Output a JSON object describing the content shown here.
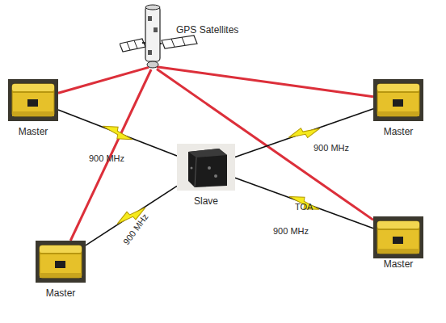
{
  "diagram": {
    "nodes": [
      {
        "text": [
          "GPS Satellites"
        ]
      },
      {
        "text": [
          "Master"
        ]
      },
      {
        "text": [
          "Master"
        ]
      },
      {
        "text": [
          "Slave"
        ]
      },
      {
        "text": [
          "Master"
        ]
      },
      {
        "text": [
          "Master"
        ]
      }
    ],
    "edges": [
      {
        "from": 0,
        "to": 1,
        "arrow": "none"
      },
      {
        "from": 0,
        "to": 2,
        "arrow": "none"
      },
      {
        "from": 0,
        "to": 4,
        "arrow": "none"
      },
      {
        "from": 0,
        "to": 5,
        "arrow": "none"
      },
      {
        "from": 3,
        "to": 1,
        "label": "900 MHz",
        "arrow": "none"
      },
      {
        "from": 3,
        "to": 2,
        "label": "900 MHz",
        "arrow": "none"
      },
      {
        "from": 3,
        "to": 4,
        "label": "900 MHz",
        "arrow": "none"
      },
      {
        "from": 3,
        "to": 5,
        "label": "900 MHz",
        "arrow": "none"
      }
    ],
    "labels": [
      "TOA"
    ]
  }
}
